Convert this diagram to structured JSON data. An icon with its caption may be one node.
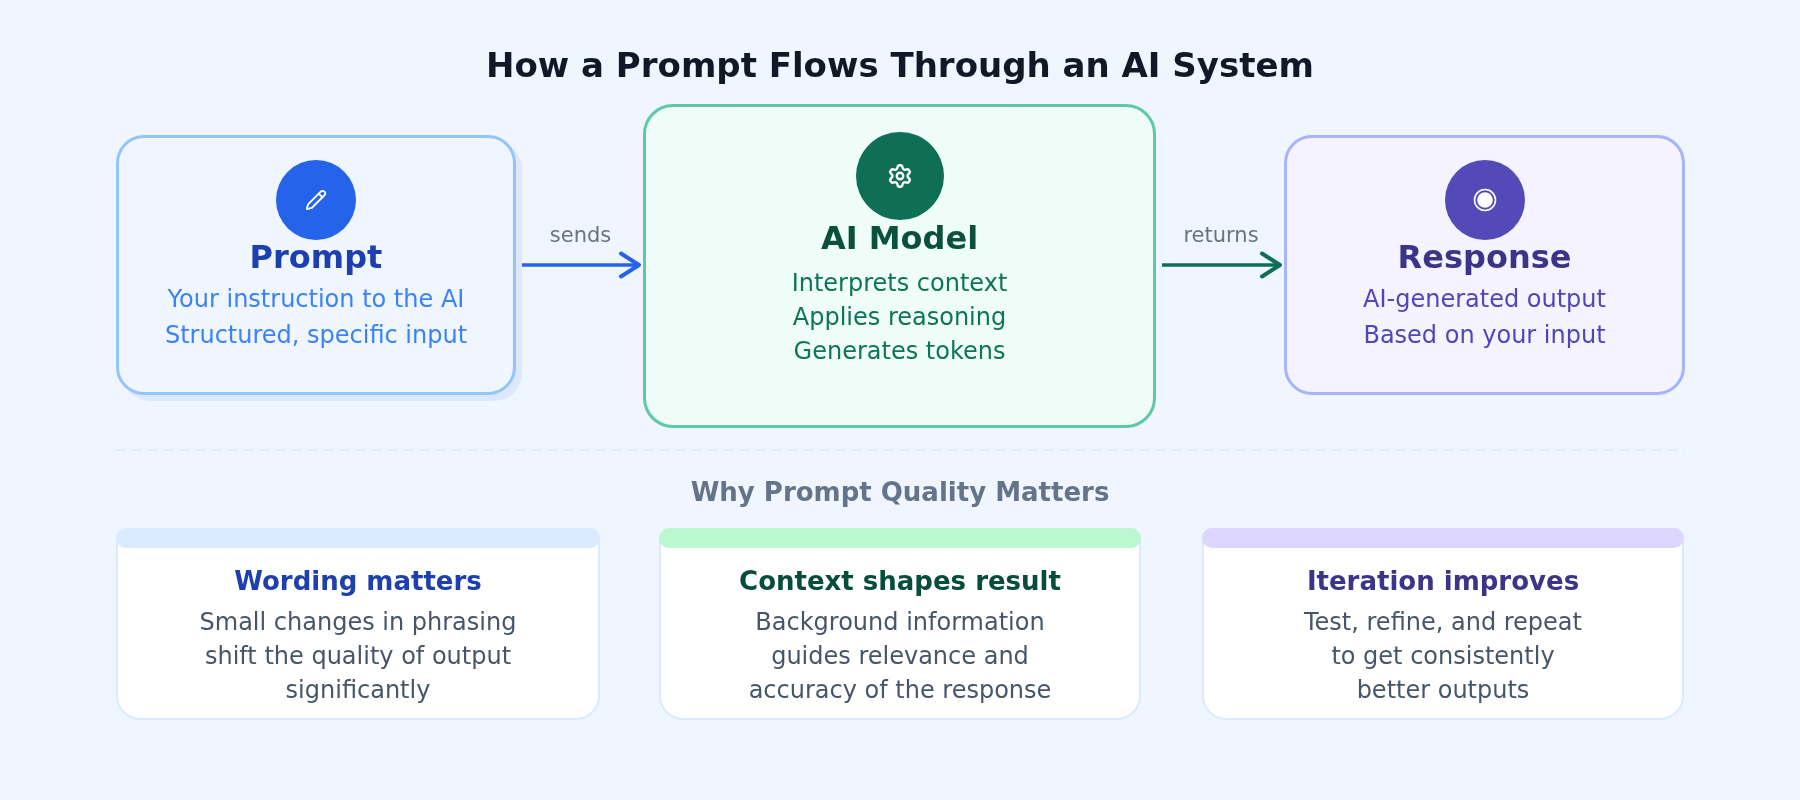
{
  "diagram": {
    "title": "How a Prompt Flows Through an AI System",
    "nodes": [
      {
        "text": [
          "Prompt",
          "Your instruction to the AI",
          "Structured, specific input"
        ]
      },
      {
        "text": [
          "AI Model",
          "Interprets context",
          "Applies reasoning",
          "Generates tokens"
        ]
      },
      {
        "text": [
          "Response",
          "AI-generated output",
          "Based on your input"
        ]
      },
      {
        "text": [
          "Wording matters",
          "Small changes in phrasing shift the quality of output significantly"
        ]
      },
      {
        "text": [
          "Context shapes result",
          "Background information guides relevance and accuracy of the response"
        ]
      },
      {
        "text": [
          "Iteration improves",
          "Test, refine, and repeat to get consistently better outputs"
        ]
      }
    ],
    "edges": [
      {
        "from": 0,
        "to": 1,
        "arrow": "to",
        "label": "sends",
        "color": "#2563eb"
      },
      {
        "from": 1,
        "to": 2,
        "arrow": "to",
        "label": "returns",
        "color": "#0f6e56"
      }
    ],
    "labels": [
      "Why Prompt Quality Matters"
    ]
  }
}
